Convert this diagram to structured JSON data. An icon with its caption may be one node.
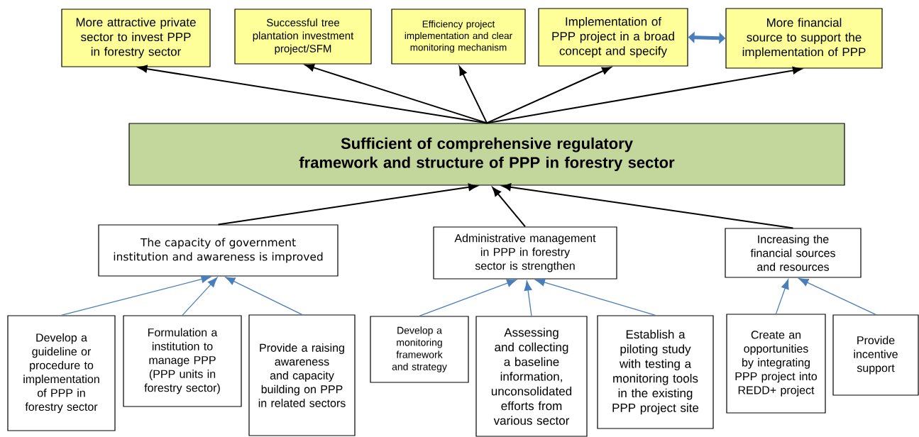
{
  "diagram": {
    "nodes": [
      {
        "text": [
          "More attractive private sector to invest PPP in forestry sector"
        ]
      },
      {
        "text": [
          "Successful tree plantation investment project/SFM"
        ]
      },
      {
        "text": [
          "Efficiency project implementation and clear monitoring mechanism"
        ]
      },
      {
        "text": [
          "Implementation of PPP project in a broad concept and specify"
        ]
      },
      {
        "text": [
          "More financial source to support the implementation of PPP"
        ]
      },
      {
        "text": [
          "Sufficient of comprehensive regulatory framework and structure of PPP in forestry sector"
        ]
      },
      {
        "text": [
          "The capacity of government institution and awareness is improved"
        ]
      },
      {
        "text": [
          "Administrative management in PPP in forestry sector is strengthen"
        ]
      },
      {
        "text": [
          "Increasing the financial sources and resources"
        ]
      },
      {
        "text": [
          "Develop a guideline or procedure to implementation of PPP in forestry sector"
        ]
      },
      {
        "text": [
          "Formulation a institution to manage PPP (PPP units in forestry sector)"
        ]
      },
      {
        "text": [
          "Provide a raising awareness and capacity building on PPP in related sectors"
        ]
      },
      {
        "text": [
          "Develop a monitoring framework and strategy"
        ]
      },
      {
        "text": [
          "Assessing and collecting a baseline information, unconsolidated efforts from various sector"
        ]
      },
      {
        "text": [
          "Establish a piloting study with testing a monitoring tools in the existing PPP project site"
        ]
      },
      {
        "text": [
          "Create an opportunities by integrating PPP project into REDD+ project"
        ]
      },
      {
        "text": [
          "Provide incentive support"
        ]
      }
    ],
    "edges": [
      {
        "from": 5,
        "to": 0,
        "arrow": "to",
        "color": "#000000"
      },
      {
        "from": 5,
        "to": 1,
        "arrow": "to",
        "color": "#000000"
      },
      {
        "from": 5,
        "to": 2,
        "arrow": "to",
        "color": "#000000"
      },
      {
        "from": 5,
        "to": 3,
        "arrow": "to",
        "color": "#000000"
      },
      {
        "from": 5,
        "to": 4,
        "arrow": "to",
        "color": "#000000"
      },
      {
        "from": 3,
        "to": 4,
        "arrow": "both",
        "style": "thick",
        "color": "#4a7ebb"
      },
      {
        "from": 6,
        "to": 5,
        "arrow": "to",
        "color": "#000000"
      },
      {
        "from": 7,
        "to": 5,
        "arrow": "to",
        "color": "#000000"
      },
      {
        "from": 8,
        "to": 5,
        "arrow": "to",
        "color": "#000000"
      },
      {
        "from": 9,
        "to": 6,
        "arrow": "to",
        "color": "#4a7ebb"
      },
      {
        "from": 10,
        "to": 6,
        "arrow": "to",
        "color": "#4a7ebb"
      },
      {
        "from": 11,
        "to": 6,
        "arrow": "to",
        "color": "#4a7ebb"
      },
      {
        "from": 12,
        "to": 7,
        "arrow": "to",
        "color": "#4a7ebb"
      },
      {
        "from": 13,
        "to": 7,
        "arrow": "to",
        "color": "#4a7ebb"
      },
      {
        "from": 14,
        "to": 7,
        "arrow": "to",
        "color": "#4a7ebb"
      },
      {
        "from": 15,
        "to": 8,
        "arrow": "to",
        "color": "#4a7ebb"
      },
      {
        "from": 16,
        "to": 8,
        "arrow": "to",
        "color": "#4a7ebb"
      }
    ]
  }
}
